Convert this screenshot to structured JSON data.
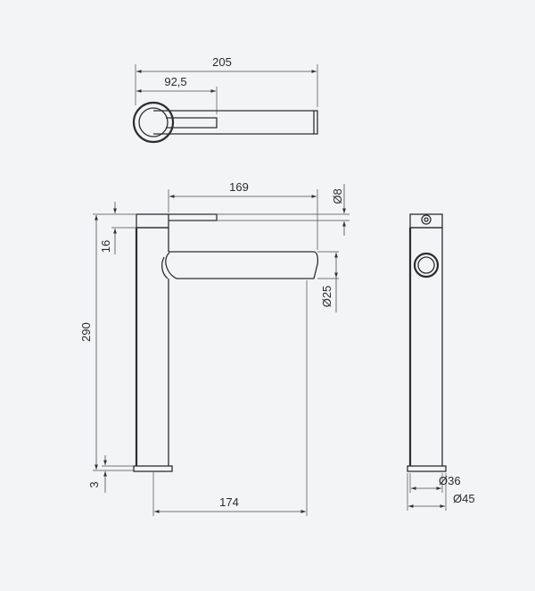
{
  "dimensions": {
    "top_total_length": "205",
    "top_handle_length": "92,5",
    "spout_reach": "169",
    "handle_diameter": "Ø8",
    "handle_height": "16",
    "total_height": "290",
    "spout_diameter": "Ø25",
    "base_thickness": "3",
    "base_reach": "174",
    "base_inner_diameter": "Ø36",
    "base_outer_diameter": "Ø45"
  },
  "colors": {
    "background": "#f3f4f6",
    "line": "#2e2e2e"
  }
}
